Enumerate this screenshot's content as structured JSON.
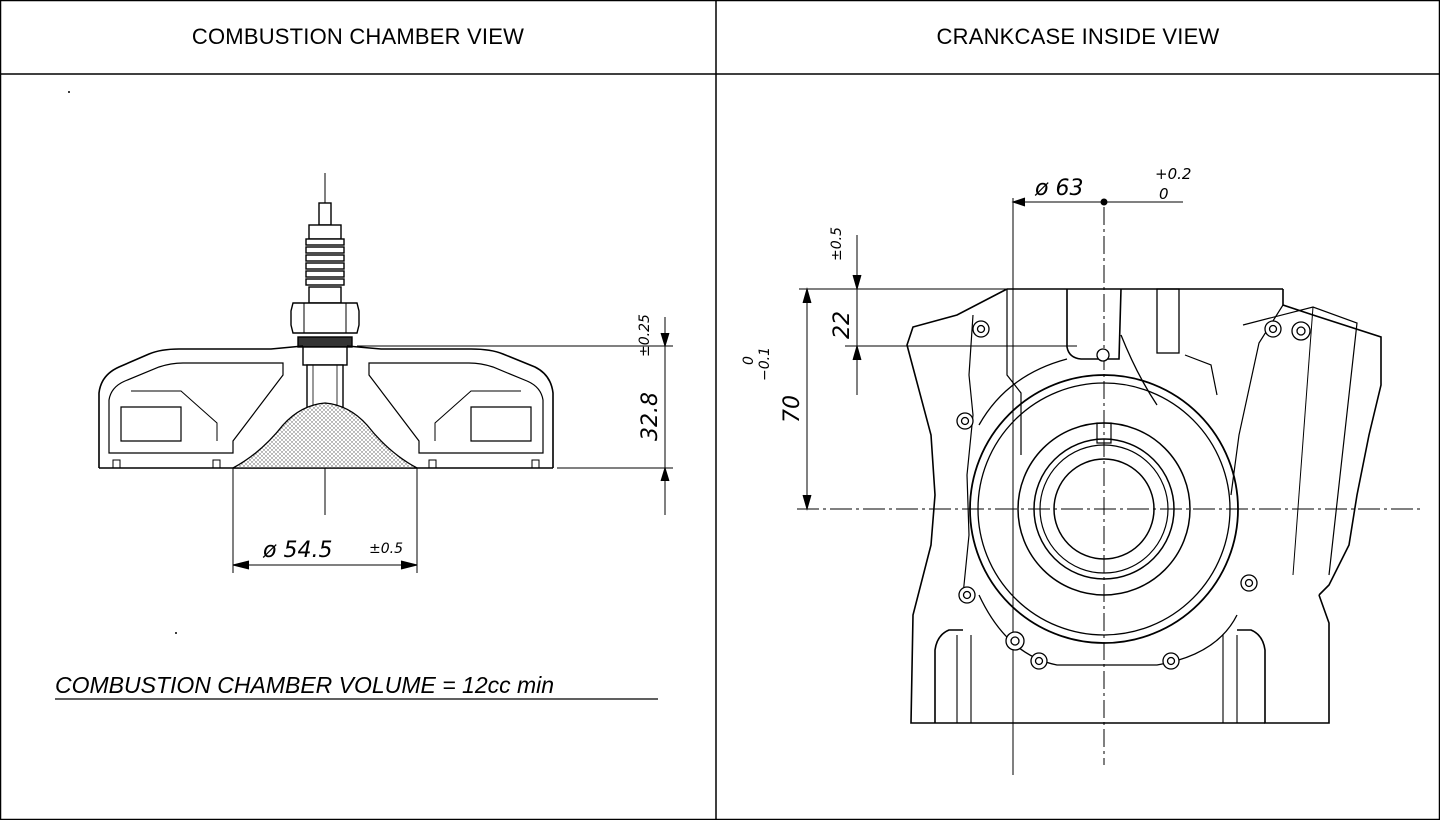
{
  "headers": {
    "left": "COMBUSTION CHAMBER VIEW",
    "right": "CRANKCASE INSIDE VIEW"
  },
  "left_drawing": {
    "tol_height": "±0.25",
    "dim_height": "32.8",
    "dim_diameter": "ø 54.5",
    "tol_diameter": "±0.5",
    "note": "COMBUSTION CHAMBER VOLUME = 12cc min"
  },
  "right_drawing": {
    "dim_bore": "ø 63",
    "tol_bore_upper": "+0.2",
    "tol_bore_lower": "0",
    "tol_22": "±0.5",
    "dim_22": "22",
    "dim_70": "70",
    "tol_70_upper": "0",
    "tol_70_lower": "−0.1"
  }
}
